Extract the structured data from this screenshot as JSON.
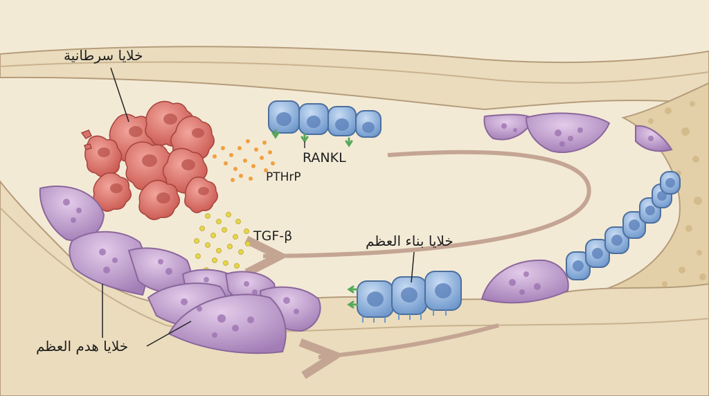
{
  "labels": {
    "cancer_cells": "خلايا سرطانية",
    "rankl": "RANKL",
    "pthrp": "PTHrP",
    "tgf_beta": "TGF-β",
    "osteoblasts": "خلايا بناء العظم",
    "osteoclasts": "خلايا هدم العظم"
  },
  "colors": {
    "background": "#f3ead6",
    "bone_matrix": "#eadcbd",
    "cancer_cell": "#dd7b72",
    "osteoblast": "#8fb4de",
    "osteoclast": "#c9a6d6",
    "pthrp_dots": "#f0a040",
    "tgf_dots": "#e6d64a",
    "rankl_receptor": "#58a85a",
    "arrow": "#c4a593"
  }
}
